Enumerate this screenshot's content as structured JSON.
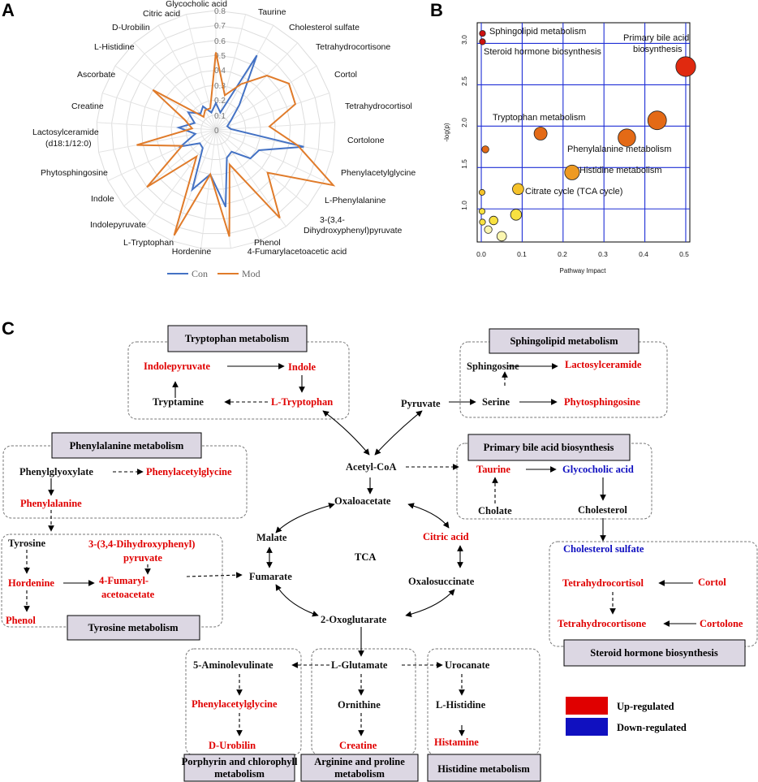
{
  "panels": {
    "a": "A",
    "b": "B",
    "c": "C"
  },
  "radar": {
    "ticks": [
      "0",
      "0.1",
      "0.2",
      "0.3",
      "0.4",
      "0.5",
      "0.6",
      "0.7",
      "0.8"
    ],
    "labels": [
      "Glycocholic acid",
      "Taurine",
      "Cholesterol sulfate",
      "Tetrahydrocortisone",
      "Cortol",
      "Tetrahydrocortisol",
      "Cortolone",
      "Phenylacetylglycine",
      "L-Phenylalanine",
      "3-(3,4-",
      "Dihydroxyphenyl)pyruvate",
      "4-Fumarylacetoacetic acid",
      "Phenol",
      "Hordenine",
      "L-Tryptophan",
      "Indolepyruvate",
      "Indole",
      "Phytosphingosine",
      "Lactosylceramide",
      "(d18:1/12:0)",
      "Creatine",
      "Ascorbate",
      "L-Histidine",
      "D-Urobilin",
      "Citric acid"
    ],
    "legend": {
      "con": "Con",
      "mod": "Mod"
    },
    "colors": {
      "con": "#4472c4",
      "mod": "#e07b2a"
    }
  },
  "chart_data": {
    "type": "scatter",
    "x": [
      0.5,
      0.43,
      0.356,
      0.145,
      0.222,
      0.09,
      0.01,
      0.003,
      0.003,
      0.085,
      0.002,
      0.03,
      0.017,
      0.003,
      0.002,
      0.05
    ],
    "y": [
      2.72,
      2.07,
      1.86,
      1.91,
      1.44,
      1.24,
      1.72,
      3.12,
      3.02,
      0.93,
      1.2,
      0.86,
      0.75,
      0.84,
      0.97,
      0.67
    ],
    "point_labels": [
      "Primary bile acid",
      "biosynthesis",
      "Tryptophan metabolism",
      "Phenylalanine metabolism",
      "Histidine metabolism",
      "Citrate cycle (TCA cycle)",
      "Sphingolipid metabolism",
      "Steroid hormone biosynthesis"
    ],
    "xlabel": "Pathway Impact",
    "ylabel": "-log(p)",
    "xticks": [
      "0.0",
      "0.1",
      "0.2",
      "0.3",
      "0.4",
      "0.5"
    ],
    "yticks": [
      "1.0",
      "1.5",
      "2.0",
      "2.5",
      "3.0"
    ],
    "xlim": [
      -0.01,
      0.51
    ],
    "ylim": [
      0.6,
      3.25
    ],
    "grid": true
  },
  "diagram": {
    "boxes": [
      "Tryptophan metabolism",
      "Sphingolipid metabolism",
      "Phenylalanine metabolism",
      "Primary bile acid biosynthesis",
      "Tyrosine metabolism",
      "Steroid hormone biosynthesis",
      "Porphyrin and chlorophyll",
      "metabolism",
      "Arginine and proline",
      "metabolism",
      "Histidine metabolism"
    ],
    "center": "TCA",
    "nodes": [
      "Indolepyruvate",
      "Indole",
      "Tryptamine",
      "L-Tryptophan",
      "Sphingosine",
      "Lactosylceramide",
      "Serine",
      "Phytosphingosine",
      "Pyruvate",
      "Phenylglyoxylate",
      "Phenylacetylglycine",
      "Phenylalanine",
      "Acetyl-CoA",
      "Taurine",
      "Glycocholic acid",
      "Cholate",
      "Cholesterol",
      "Oxaloacetate",
      "Malate",
      "Citric acid",
      "Tyrosine",
      "3-(3,4-Dihydroxyphenyl)",
      "pyruvate",
      "Hordenine",
      "4-Fumaryl-",
      "acetoacetate",
      "Fumarate",
      "Oxalosuccinate",
      "Phenol",
      "2-Oxoglutarate",
      "Cholesterol sulfate",
      "Tetrahydrocortisol",
      "Cortol",
      "Tetrahydrocortisone",
      "Cortolone",
      "5-Aminolevulinate",
      "L-Glutamate",
      "Urocanate",
      "Phenylacetylglycine",
      "Ornithine",
      "L-Histidine",
      "D-Urobilin",
      "Creatine",
      "Histamine"
    ],
    "legend": [
      "Up-regulated",
      "Down-regulated"
    ],
    "colors": {
      "up": "#e00000",
      "down": "#1010c0"
    }
  }
}
